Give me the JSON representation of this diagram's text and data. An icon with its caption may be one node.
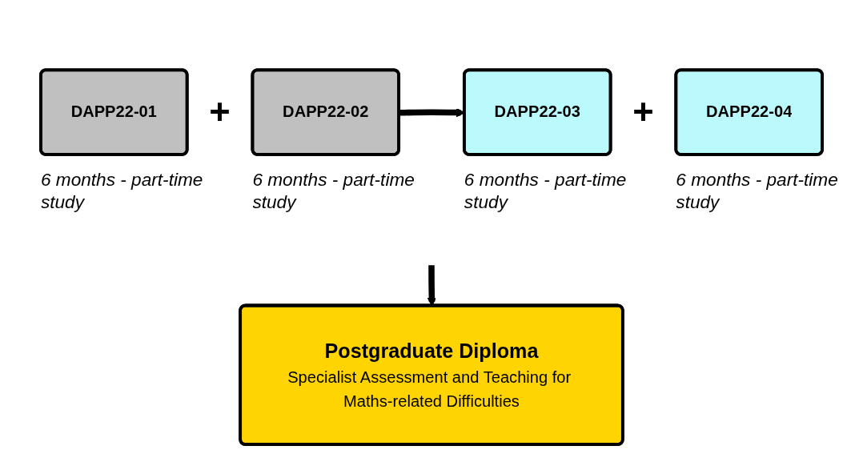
{
  "diagram": {
    "nodes": [
      {
        "text": [
          "DAPP22-01"
        ],
        "beside": [
          "6 months - part-time study"
        ]
      },
      {
        "text": [
          "DAPP22-02"
        ],
        "beside": [
          "6 months - part-time study"
        ]
      },
      {
        "text": [
          "DAPP22-03"
        ],
        "beside": [
          "6 months - part-time study"
        ]
      },
      {
        "text": [
          "DAPP22-04"
        ],
        "beside": [
          "6 months - part-time study"
        ]
      },
      {
        "text": [
          "Postgraduate Diploma",
          "Specialist Assessment and Teaching for Maths-related Difficulties"
        ]
      }
    ],
    "edges": [
      {
        "from": 1,
        "to": 2,
        "arrow": "to"
      },
      {
        "from": null,
        "to": 4,
        "arrow": "to"
      }
    ],
    "labels": [
      "+",
      "+"
    ]
  }
}
